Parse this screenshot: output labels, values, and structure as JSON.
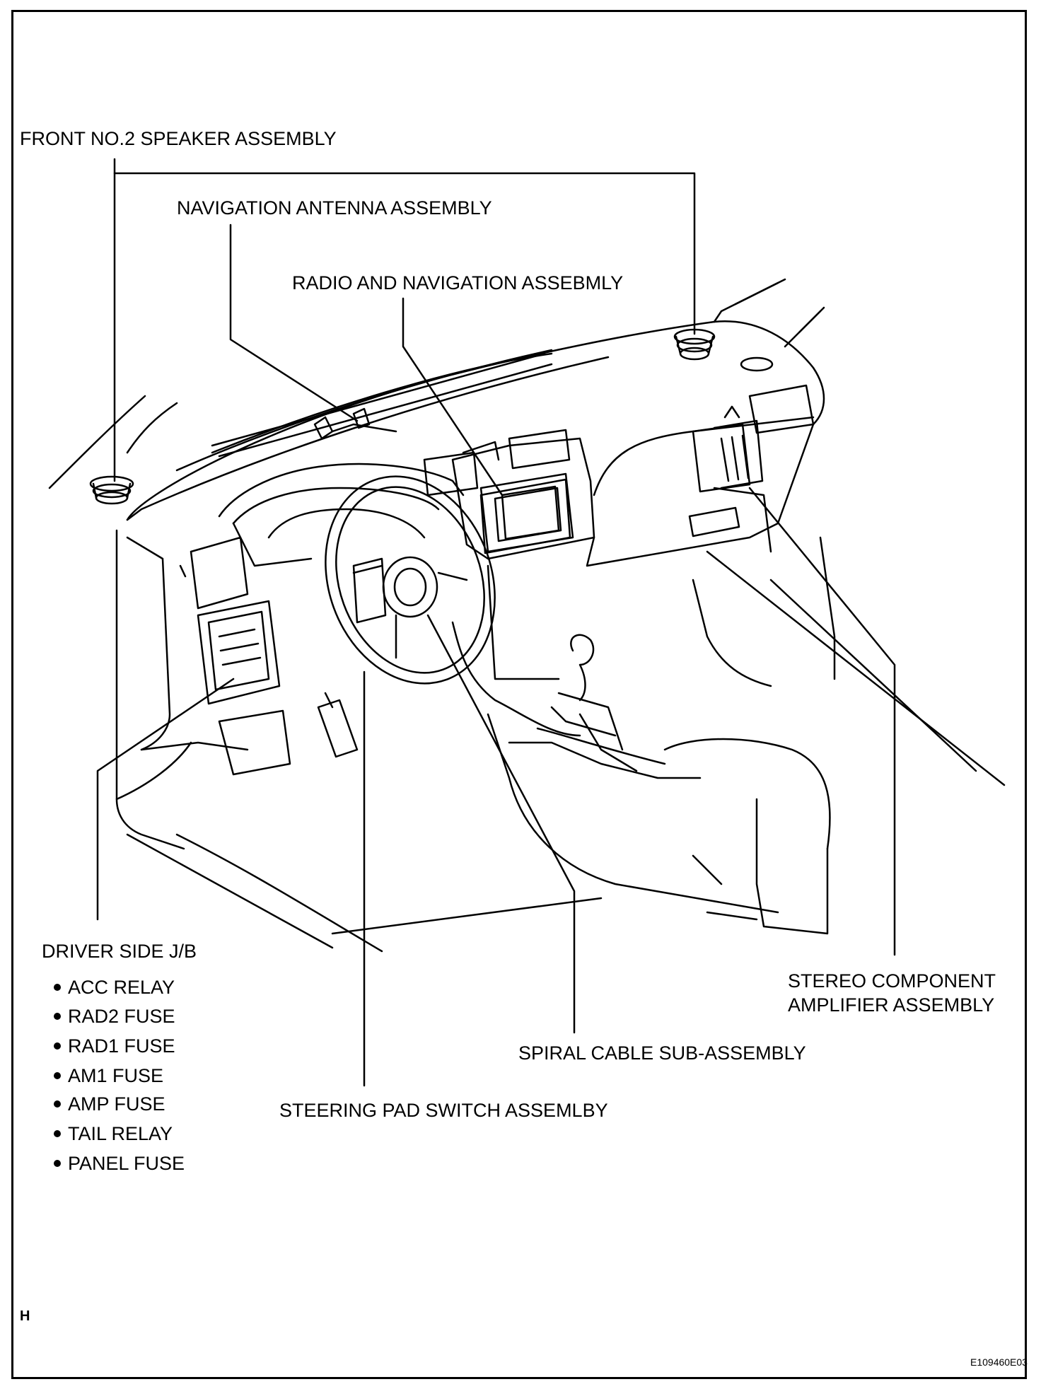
{
  "labels": {
    "front_speaker": "FRONT NO.2 SPEAKER ASSEMBLY",
    "nav_antenna": "NAVIGATION ANTENNA ASSEMBLY",
    "radio_nav": "RADIO AND NAVIGATION ASSEBMLY",
    "driver_jb": "DRIVER SIDE J/B",
    "stereo_line1": "STEREO COMPONENT",
    "stereo_line2": "AMPLIFIER ASSEMBLY",
    "spiral_cable": "SPIRAL CABLE SUB-ASSEMBLY",
    "steering_pad": "STEERING PAD SWITCH ASSEMLBY"
  },
  "jb_items": [
    "ACC RELAY",
    "RAD2 FUSE",
    "RAD1 FUSE",
    "AM1 FUSE",
    "AMP FUSE",
    "TAIL RELAY",
    "PANEL FUSE"
  ],
  "section_mark": "H",
  "figure_code": "E109460E03",
  "line_color": "#000000"
}
